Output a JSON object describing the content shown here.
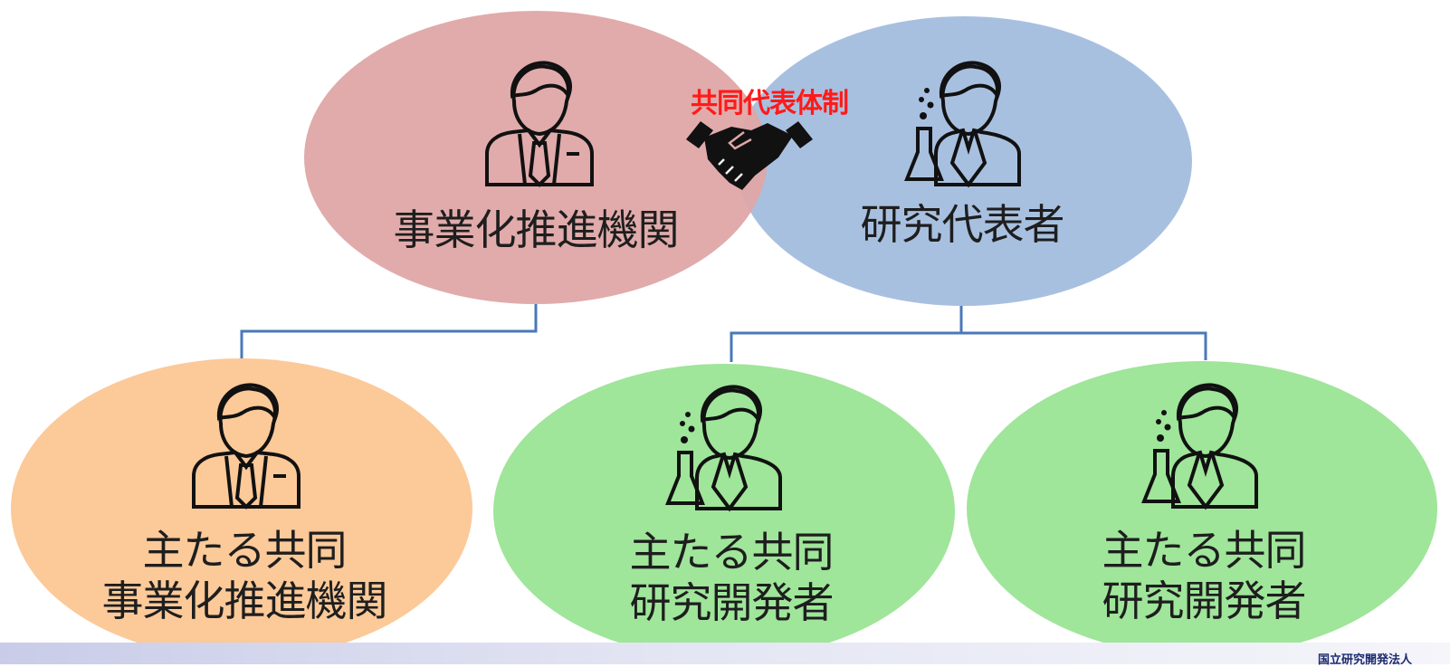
{
  "collaboration_label": "共同代表体制",
  "nodes": {
    "business_lead": {
      "label": "事業化推進機関",
      "color": "#dfa6a6"
    },
    "research_lead": {
      "label": "研究代表者",
      "color": "#a8c0e0"
    },
    "co_business": {
      "line1": "主たる共同",
      "line2": "事業化推進機関",
      "color": "#fcc999"
    },
    "co_researcher_1": {
      "line1": "主たる共同",
      "line2": "研究開発者",
      "color": "#9fe59a"
    },
    "co_researcher_2": {
      "line1": "主たる共同",
      "line2": "研究開発者",
      "color": "#9fe59a"
    }
  },
  "connector_color": "#4a78b8",
  "footer": {
    "logo_text": "国立研究開発法人"
  },
  "icons": [
    "businessman-icon",
    "scientist-icon",
    "handshake-icon",
    "logo-icon"
  ]
}
